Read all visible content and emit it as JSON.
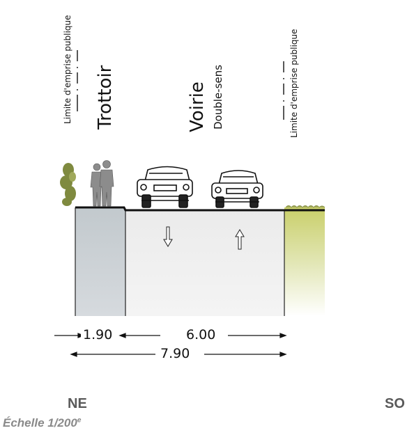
{
  "labels": {
    "limit_left": "Limite d'emprise publique",
    "limit_right": "Limite d'emprise publique",
    "trottoir": "Trottoir",
    "voirie": "Voirie",
    "voirie_sub": "Double-sens"
  },
  "dimensions": {
    "trottoir_width": "1.90",
    "voirie_width": "6.00",
    "total_width": "7.90"
  },
  "orientation": {
    "left": "NE",
    "right": "SO"
  },
  "scale": {
    "label": "Échelle 1/200",
    "suffix": "e"
  },
  "colors": {
    "sidewalk": "#c6ccd0",
    "road": "#efefef",
    "verge": "#c9cf6a",
    "outline": "#222222"
  }
}
